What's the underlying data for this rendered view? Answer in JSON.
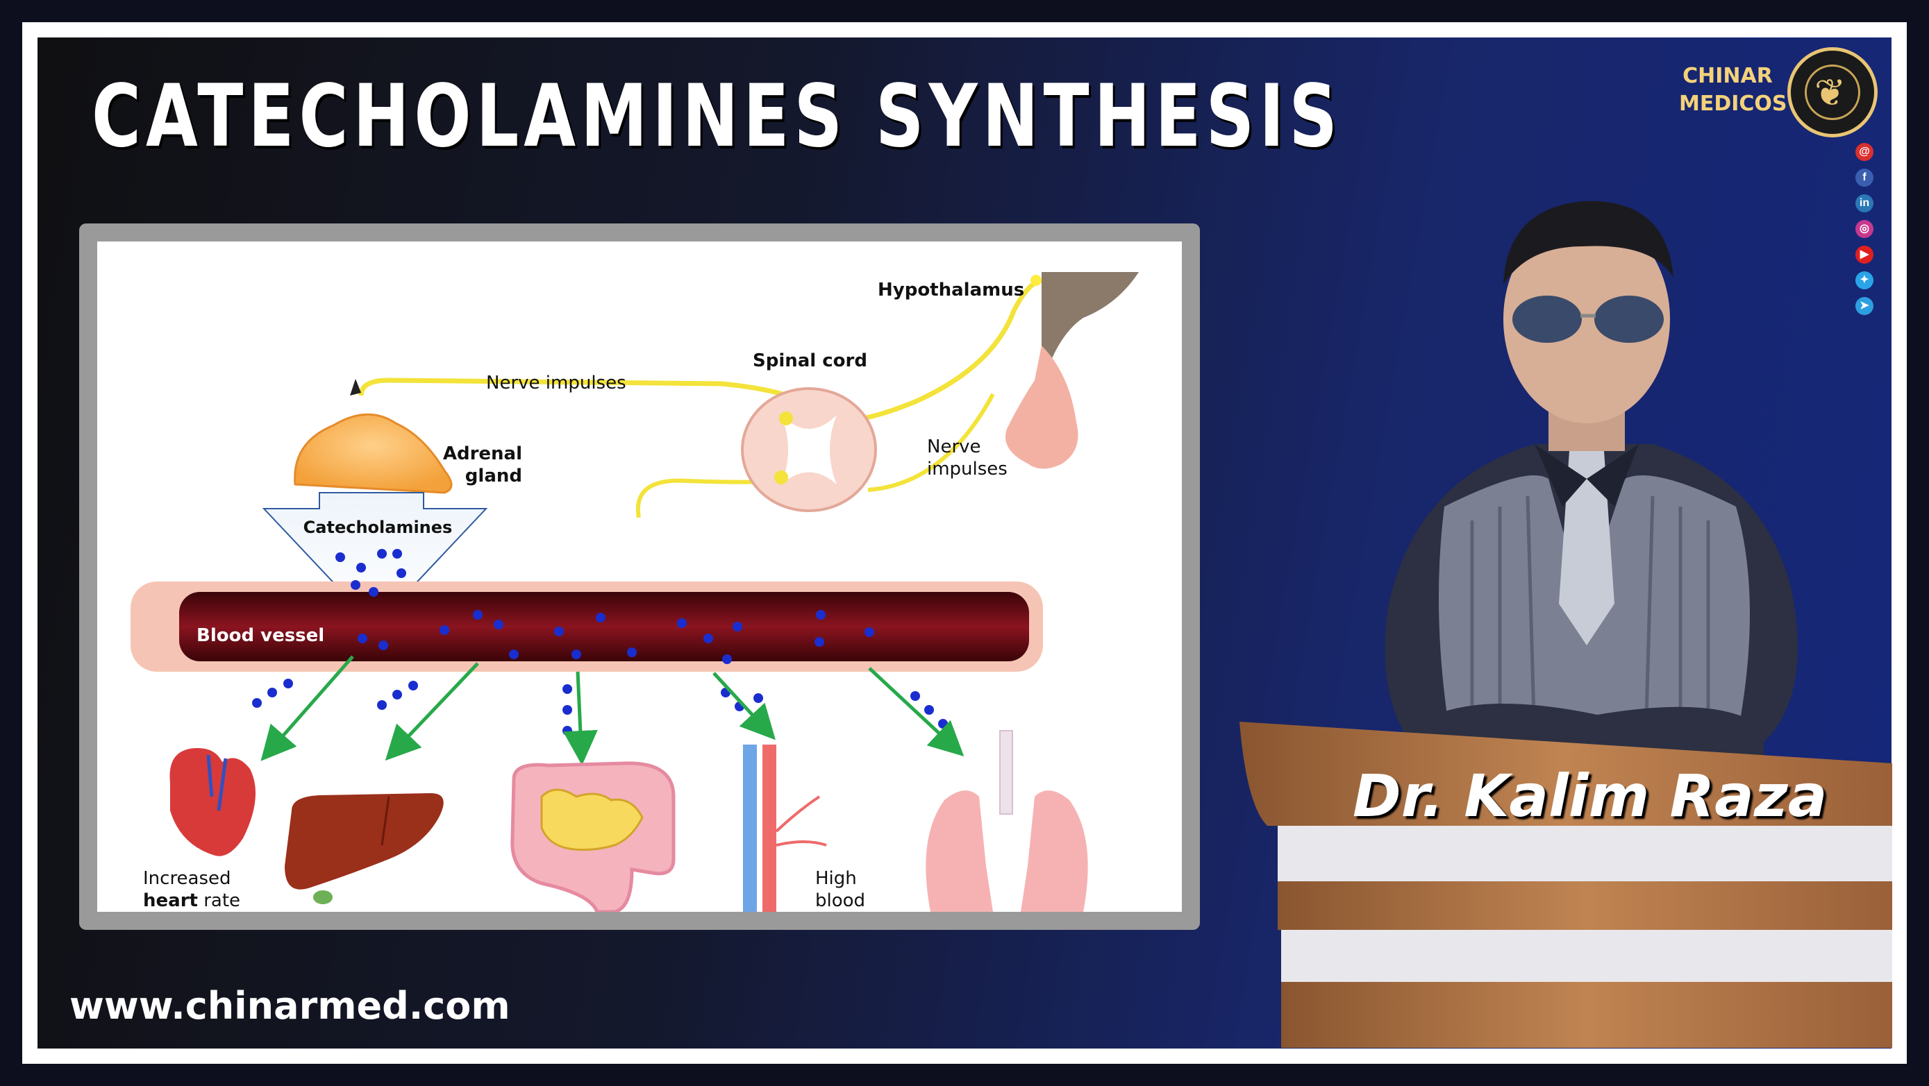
{
  "title": "CATECHOLAMINES SYNTHESIS",
  "website": "www.chinarmed.com",
  "brand": {
    "line1": "CHINAR",
    "line2": "MEDICOS"
  },
  "presenter_name": "Dr. Kalim Raza",
  "social_icons": [
    "email-icon",
    "facebook-icon",
    "linkedin-icon",
    "instagram-icon",
    "youtube-icon",
    "twitter-icon",
    "telegram-icon"
  ],
  "colors": {
    "accent_gold": "#e9c574",
    "nerve_yellow": "#f3e33a",
    "blood_red": "#6a0a12",
    "molecule_blue": "#1a2ecf",
    "arrow_green": "#27a94a"
  },
  "diagram": {
    "hypothalamus": "Hypothalamus",
    "spinal_cord": "Spinal cord",
    "nerve_impulses_top": "Nerve impulses",
    "nerve_impulses_right_1": "Nerve",
    "nerve_impulses_right_2": "impulses",
    "adrenal_1": "Adrenal",
    "adrenal_2": "gland",
    "catecholamines": "Catecholamines",
    "blood_vessel": "Blood vessel",
    "heart_1": "Increased",
    "heart_2_bold": "heart",
    "heart_2_rest": " rate",
    "bp_1": "High",
    "bp_2": "blood"
  }
}
